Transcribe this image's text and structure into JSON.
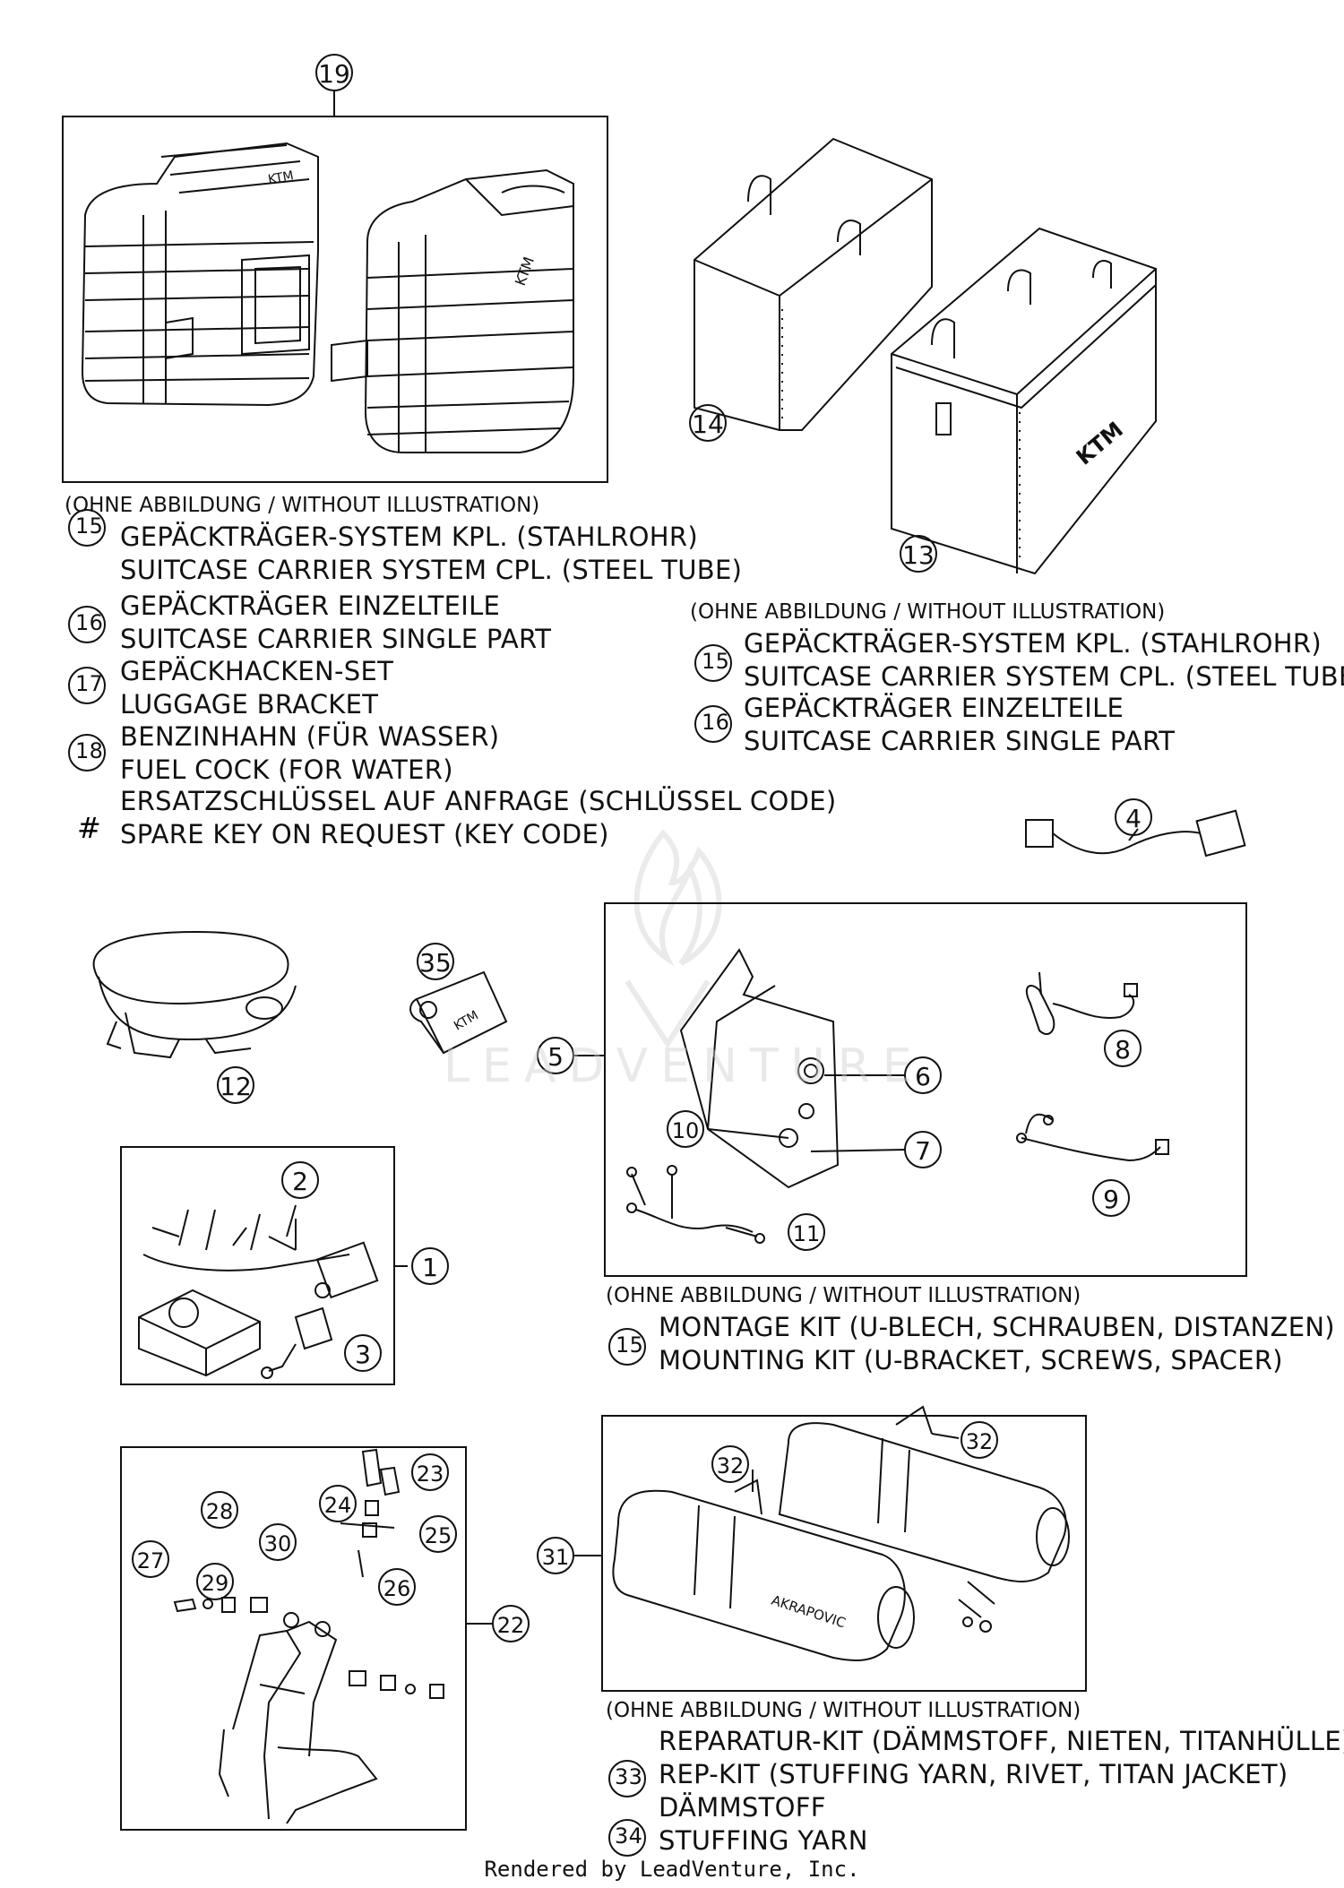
{
  "callouts": {
    "c1": "1",
    "c2": "2",
    "c3": "3",
    "c4": "4",
    "c5": "5",
    "c6": "6",
    "c7": "7",
    "c8": "8",
    "c9": "9",
    "c10": "10",
    "c11": "11",
    "c12": "12",
    "c13": "13",
    "c14": "14",
    "c19": "19",
    "c22": "22",
    "c23": "23",
    "c24": "24",
    "c25": "25",
    "c26": "26",
    "c27": "27",
    "c28": "28",
    "c29": "29",
    "c30": "30",
    "c31": "31",
    "c32a": "32",
    "c32b": "32",
    "c35": "35"
  },
  "note_left": {
    "header": "(OHNE ABBILDUNG / WITHOUT ILLUSTRATION)",
    "items": [
      {
        "num": "15",
        "de": "GEPÄCKTRÄGER-SYSTEM KPL. (STAHLROHR)",
        "en": "SUITCASE CARRIER SYSTEM CPL. (STEEL TUBE)"
      },
      {
        "num": "16",
        "de": "GEPÄCKTRÄGER EINZELTEILE",
        "en": "SUITCASE CARRIER SINGLE PART"
      },
      {
        "num": "17",
        "de": "GEPÄCKHACKEN-SET",
        "en": "LUGGAGE BRACKET"
      },
      {
        "num": "18",
        "de": "BENZINHAHN (FÜR WASSER)",
        "en": "FUEL COCK (FOR WATER)"
      },
      {
        "num": "#",
        "de": "ERSATZSCHLÜSSEL AUF ANFRAGE (SCHLÜSSEL CODE)",
        "en": "SPARE KEY ON REQUEST (KEY CODE)"
      }
    ]
  },
  "note_right": {
    "header": "(OHNE ABBILDUNG / WITHOUT ILLUSTRATION)",
    "items": [
      {
        "num": "15",
        "de": "GEPÄCKTRÄGER-SYSTEM KPL. (STAHLROHR)",
        "en": "SUITCASE CARRIER SYSTEM CPL. (STEEL TUBE)"
      },
      {
        "num": "16",
        "de": "GEPÄCKTRÄGER EINZELTEILE",
        "en": "SUITCASE CARRIER SINGLE PART"
      }
    ]
  },
  "note_mid": {
    "header": "(OHNE ABBILDUNG / WITHOUT ILLUSTRATION)",
    "items": [
      {
        "num": "15",
        "de": "MONTAGE KIT (U-BLECH, SCHRAUBEN, DISTANZEN)",
        "en": "MOUNTING KIT (U-BRACKET, SCREWS, SPACER)"
      }
    ]
  },
  "note_bottom": {
    "header": "(OHNE ABBILDUNG / WITHOUT ILLUSTRATION)",
    "items": [
      {
        "num": "33",
        "de": "REPARATUR-KIT (DÄMMSTOFF, NIETEN, TITANHÜLLE)",
        "en": "REP-KIT (STUFFING YARN, RIVET, TITAN JACKET)"
      },
      {
        "num": "34",
        "de": "DÄMMSTOFF",
        "en": "STUFFING YARN"
      }
    ]
  },
  "logos": {
    "ktm": "KTM",
    "akrapovic": "AKRAPOVIC"
  },
  "watermark": "LEADVENTURE",
  "footer": "Rendered by LeadVenture, Inc."
}
